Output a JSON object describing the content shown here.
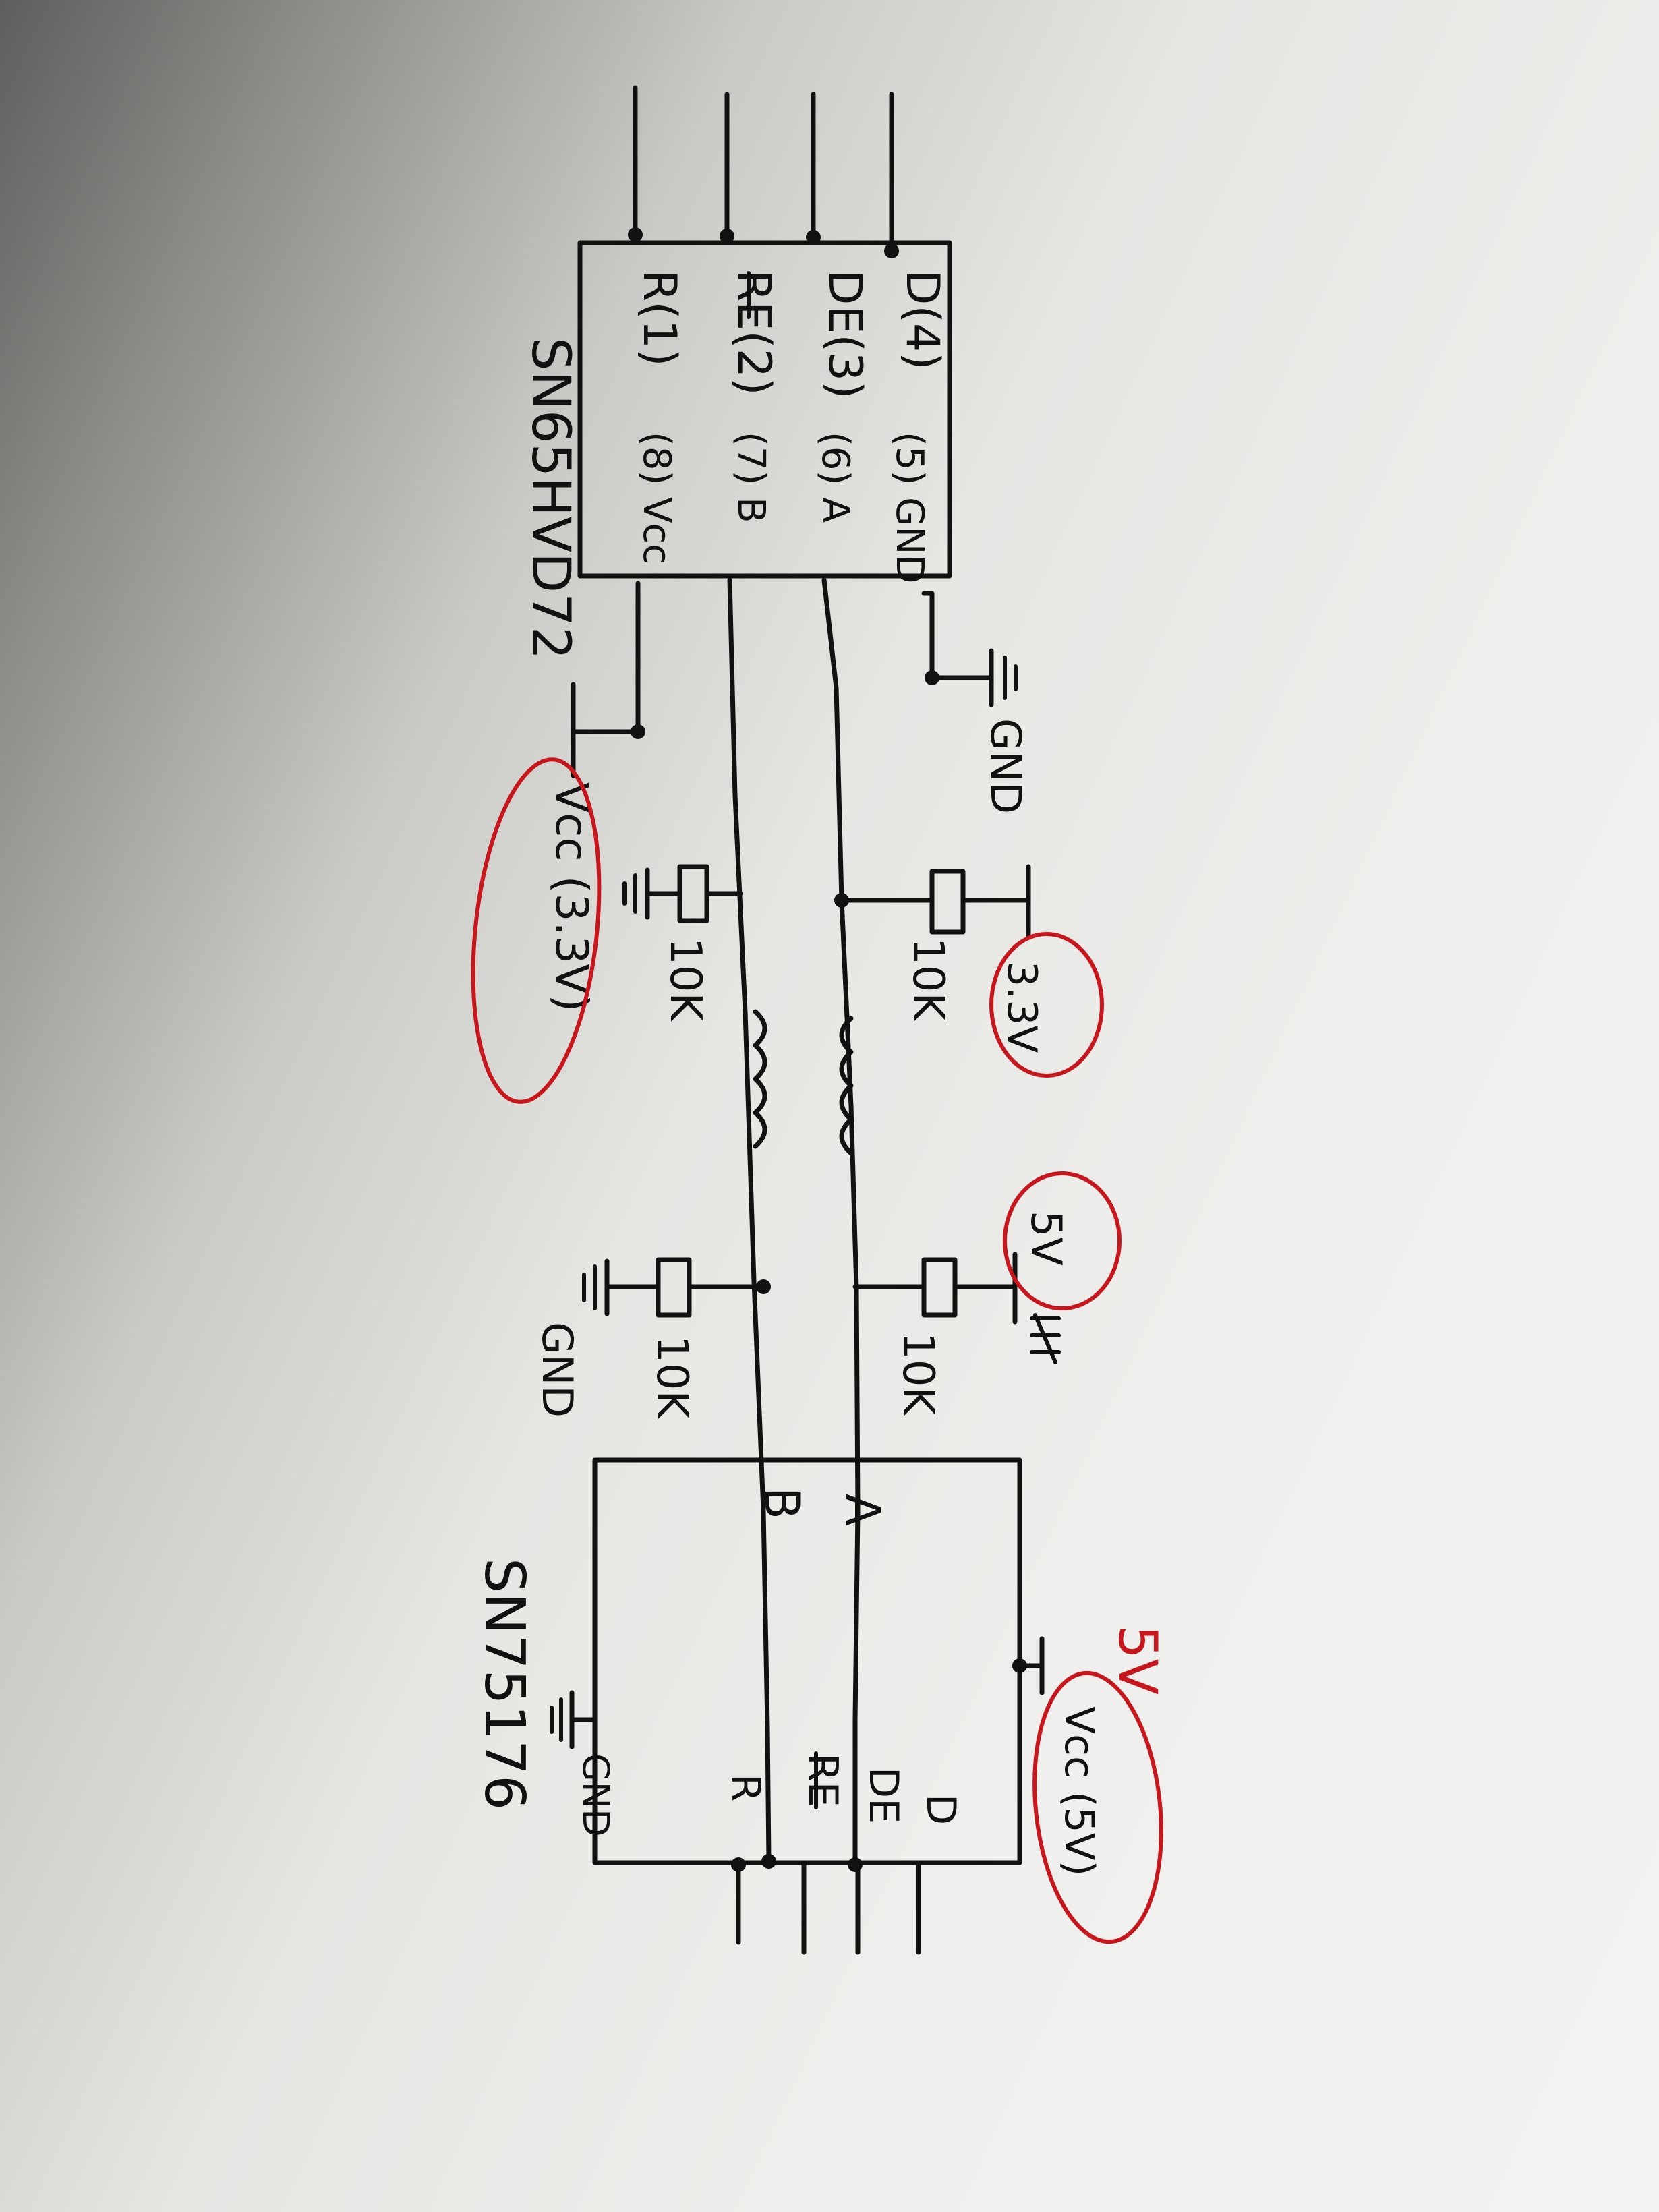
{
  "chip_top": {
    "name": "SN65HVD72",
    "pins": {
      "d": "D(4)",
      "de": "DE(3)",
      "re": "RE(2)",
      "r": "R(1)",
      "gnd": "(5) GND",
      "a": "(6) A",
      "b": "(7) B",
      "vcc": "(8) Vcc"
    }
  },
  "chip_bottom": {
    "name": "SN75176",
    "pins": {
      "a": "A",
      "b": "B",
      "d": "D",
      "de": "DE",
      "re": "RE",
      "r": "R",
      "vcc": "Vcc (5V)",
      "gnd": "GND"
    }
  },
  "labels": {
    "gnd_top": "GND",
    "vcc_top": "Vcc (3.3V)",
    "r_top_a": "10K",
    "r_top_b": "10K",
    "v33": "3.3V",
    "r_bot_a": "10K",
    "r_bot_b": "10K",
    "v5": "5V",
    "gnd_bot": "GND",
    "v5_chip": "5V"
  },
  "colors": {
    "ink": "#111111",
    "red_ink": "#c8161d",
    "paper": "#f2f2f0"
  }
}
